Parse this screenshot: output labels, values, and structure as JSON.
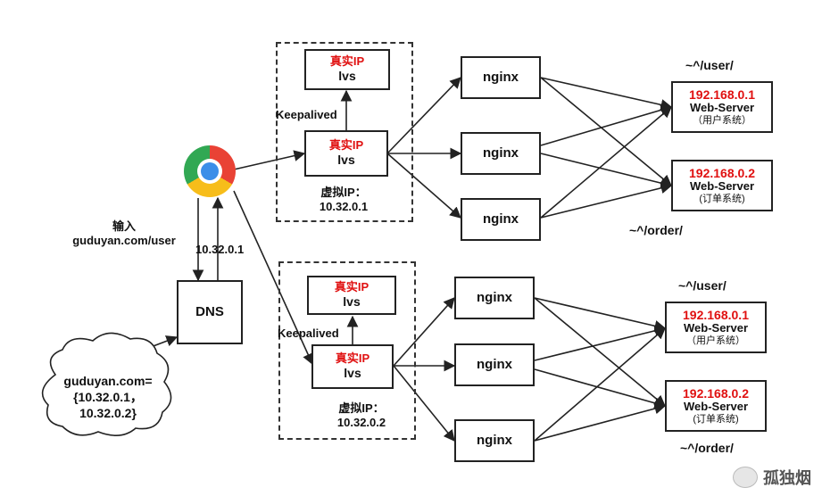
{
  "browser": {
    "icon": "chrome-browser-icon"
  },
  "input_label": {
    "line1": "输入",
    "line2": "guduyan.com/user"
  },
  "dns_reply": "10.32.0.1",
  "dns_box": "DNS",
  "dns_cache": {
    "line1": "guduyan.com=",
    "line2": "{10.32.0.1，",
    "line3": "10.32.0.2}"
  },
  "cluster1": {
    "keepalived": "Keepalived",
    "backup": {
      "title": "真实IP",
      "sub": "lvs"
    },
    "master": {
      "title": "真实IP",
      "sub": "lvs"
    },
    "vip_label": "虚拟IP：",
    "vip": "10.32.0.1",
    "nginx": [
      "nginx",
      "nginx",
      "nginx"
    ],
    "route_user": "~^/user/",
    "route_order": "~^/order/",
    "servers": [
      {
        "ip": "192.168.0.1",
        "name": "Web-Server",
        "system": "（用户系统）"
      },
      {
        "ip": "192.168.0.2",
        "name": "Web-Server",
        "system": "(订单系统)"
      }
    ]
  },
  "cluster2": {
    "keepalived": "Keepalived",
    "backup": {
      "title": "真实IP",
      "sub": "lvs"
    },
    "master": {
      "title": "真实IP",
      "sub": "lvs"
    },
    "vip_label": "虚拟IP：",
    "vip": "10.32.0.2",
    "nginx": [
      "nginx",
      "nginx",
      "nginx"
    ],
    "route_user": "~^/user/",
    "route_order": "~^/order/",
    "servers": [
      {
        "ip": "192.168.0.1",
        "name": "Web-Server",
        "system": "（用户系统）"
      },
      {
        "ip": "192.168.0.2",
        "name": "Web-Server",
        "system": "(订单系统)"
      }
    ]
  },
  "watermark": {
    "icon": "wechat-icon",
    "text": "孤独烟"
  },
  "colors": {
    "accent": "#e01010",
    "line": "#222222"
  }
}
